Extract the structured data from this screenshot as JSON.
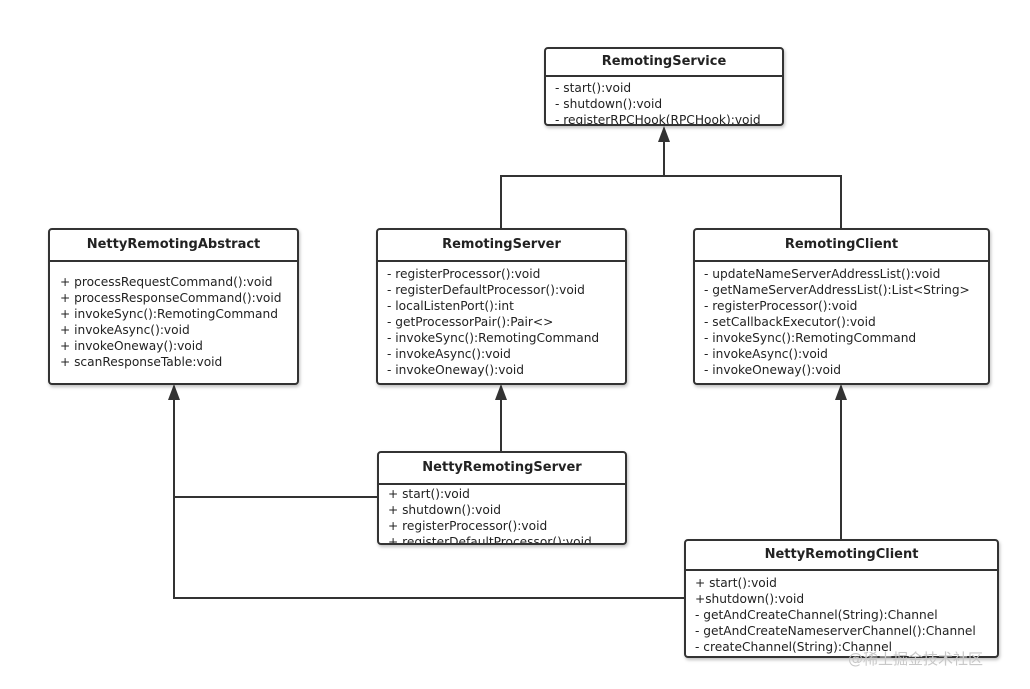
{
  "diagram": {
    "classes": {
      "remoting_service": {
        "name": "RemotingService",
        "members": [
          "- start():void",
          "- shutdown():void",
          "- registerRPCHook(RPCHook):void"
        ]
      },
      "netty_remoting_abstract": {
        "name": "NettyRemotingAbstract",
        "members": [
          "+ processRequestCommand():void",
          "+ processResponseCommand():void",
          "+ invokeSync():RemotingCommand",
          "+ invokeAsync():void",
          "+ invokeOneway():void",
          "+ scanResponseTable:void"
        ]
      },
      "remoting_server": {
        "name": "RemotingServer",
        "members": [
          "- registerProcessor():void",
          "- registerDefaultProcessor():void",
          "- localListenPort():int",
          "- getProcessorPair():Pair<>",
          "- invokeSync():RemotingCommand",
          "- invokeAsync():void",
          "- invokeOneway():void"
        ]
      },
      "remoting_client": {
        "name": "RemotingClient",
        "members": [
          "- updateNameServerAddressList():void",
          "- getNameServerAddressList():List<String>",
          "- registerProcessor():void",
          "- setCallbackExecutor():void",
          "- invokeSync():RemotingCommand",
          "- invokeAsync():void",
          "- invokeOneway():void"
        ]
      },
      "netty_remoting_server": {
        "name": "NettyRemotingServer",
        "members": [
          "+ start():void",
          "+ shutdown():void",
          "+ registerProcessor():void",
          "+ registerDefaultProcessor():void"
        ]
      },
      "netty_remoting_client": {
        "name": "NettyRemotingClient",
        "members": [
          "+ start():void",
          "+shutdown():void",
          "- getAndCreateChannel(String):Channel",
          "- getAndCreateNameserverChannel():Channel",
          "- createChannel(String):Channel"
        ]
      }
    },
    "relationships": [
      {
        "from": "RemotingServer",
        "to": "RemotingService",
        "type": "generalization"
      },
      {
        "from": "RemotingClient",
        "to": "RemotingService",
        "type": "generalization"
      },
      {
        "from": "NettyRemotingServer",
        "to": "RemotingServer",
        "type": "generalization"
      },
      {
        "from": "NettyRemotingServer",
        "to": "NettyRemotingAbstract",
        "type": "generalization"
      },
      {
        "from": "NettyRemotingClient",
        "to": "RemotingClient",
        "type": "generalization"
      },
      {
        "from": "NettyRemotingClient",
        "to": "NettyRemotingAbstract",
        "type": "generalization"
      }
    ],
    "line_color": "#333333"
  },
  "watermark": "@稀土掘金技术社区"
}
